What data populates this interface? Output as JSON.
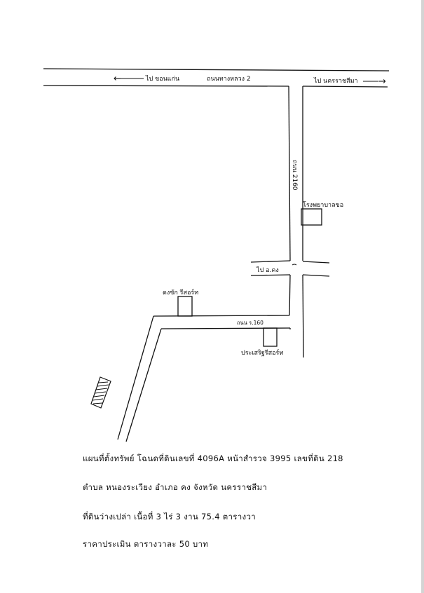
{
  "map": {
    "labels": {
      "to_khon_kaen": "ไป ขอนแก่น",
      "highway_2": "ถนนทางหลวง 2",
      "to_nakhon_ratchasima": "ไป นครราชสีมา",
      "road_2160": "ถนน 2160",
      "school": "โรงพยาบาลขอ",
      "to_ko": "ไป อ.คง",
      "cemetery": "ดงชัก รีสอร์ท",
      "road_side": "ถนน ร.160",
      "resort": "ประเสริฐรีสอร์ท"
    },
    "arrows": {
      "left": "←",
      "right": "→"
    }
  },
  "caption": {
    "line1": "แผนที่ตั้งทรัพย์ โฉนดที่ดินเลขที่ 4096A หน้าสำรวจ 3995 เลขที่ดิน 218",
    "line2": "ตำบล หนองระเวียง อำเภอ คง จังหวัด นครราชสีมา",
    "line3": "ที่ดินว่างเปล่า เนื้อที่ 3 ไร่ 3 งาน 75.4 ตารางวา",
    "line4": "ราคาประเมิน ตารางวาละ 50 บาท"
  }
}
